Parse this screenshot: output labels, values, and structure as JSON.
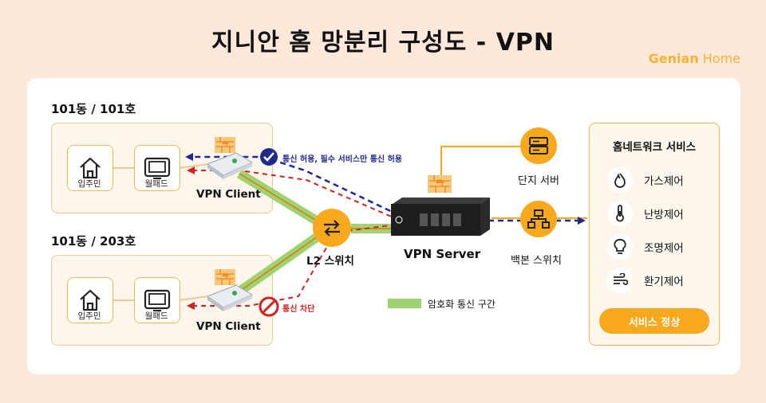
{
  "title": "지니안 홈 망분리 구성도  -  VPN",
  "brand": {
    "bold": "Genian",
    "thin": " Home"
  },
  "units": [
    {
      "label": "101동 / 101호",
      "resident": "입주민",
      "wallpad": "월패드",
      "client": "VPN Client"
    },
    {
      "label": "101동 / 203호",
      "resident": "입주민",
      "wallpad": "월패드",
      "client": "VPN Client"
    }
  ],
  "links": {
    "allowed": "통신 허용, 필수 서비스만 통신 허용",
    "blocked": "통신 차단"
  },
  "switch_label": "L2 스위치",
  "server_label": "VPN Server",
  "complex_server": "단지 서버",
  "backbone_switch": "백본 스위치",
  "legend": "암호화 통신 구간",
  "services": {
    "title": "홈네트워크 서비스",
    "items": [
      "가스제어",
      "난방제어",
      "조명제어",
      "환기제어"
    ],
    "status": "서비스 정상"
  },
  "colors": {
    "accent": "#f8a81c",
    "allowed": "#1f2a8c",
    "blocked": "#d42020",
    "tunnel": "#9fd36f"
  }
}
